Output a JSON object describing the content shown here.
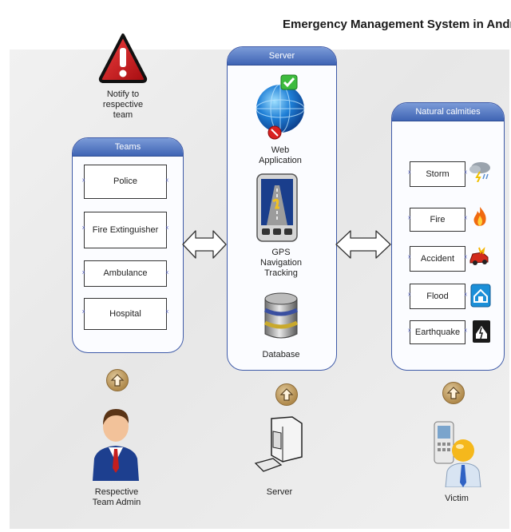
{
  "title": "Emergency Management System in Android",
  "notify": {
    "label_lines": [
      "Notify to",
      "respective",
      "team"
    ]
  },
  "teams": {
    "header": "Teams",
    "items": [
      "Police",
      "Fire Extinguisher",
      "Ambulance",
      "Hospital"
    ]
  },
  "server_panel": {
    "header": "Server",
    "web_app_lines": [
      "Web",
      "Application"
    ],
    "gps_lines": [
      "GPS",
      "Navigation",
      "Tracking"
    ],
    "database": "Database"
  },
  "calamities": {
    "header": "Natural calmities",
    "items": [
      "Storm",
      "Fire",
      "Accident",
      "Flood",
      "Earthquake"
    ]
  },
  "bottom": {
    "admin_lines": [
      "Respective",
      "Team Admin"
    ],
    "server": "Server",
    "victim": "Victim"
  },
  "colors": {
    "panel_header": "#3f64b4",
    "panel_border": "#3e5aa8",
    "alert_red": "#d7141a",
    "up_arrow_circle": "#b08a4c"
  }
}
